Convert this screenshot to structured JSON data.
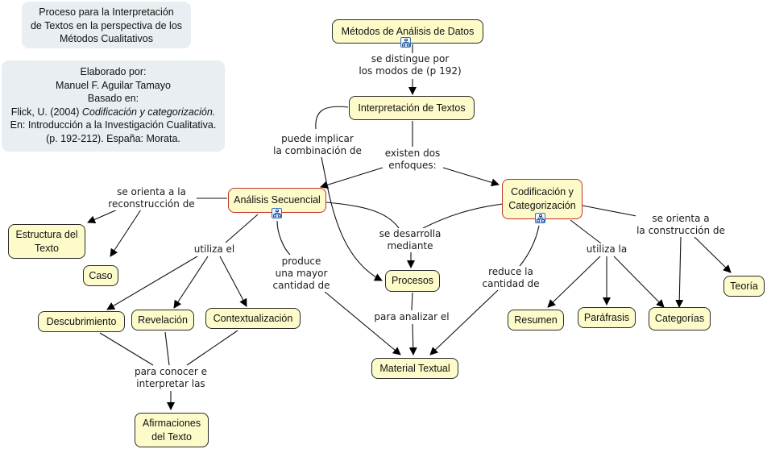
{
  "info": {
    "title_lines": [
      "Proceso para la Interpretación",
      "de Textos en la perspectiva de los",
      "Métodos Cualitativos"
    ],
    "credits": {
      "line1": "Elaborado por:",
      "line2": "Manuel F. Aguilar Tamayo",
      "line3": "Basado en:",
      "line4_plain": "Flick, U. (2004) ",
      "line4_italic": "Codificación y categorización.",
      "line5": "En: Introducción a la Investigación Cualitativa.",
      "line6": "(p. 192-212). España: Morata."
    }
  },
  "concepts": {
    "metodos": "Métodos de Análisis de Datos",
    "interpretacion": "Interpretación de Textos",
    "analisis": "Análisis Secuencial",
    "codificacion_1": "Codificación y",
    "codificacion_2": "Categorización",
    "estructura_1": "Estructura del",
    "estructura_2": "Texto",
    "caso": "Caso",
    "descubrimiento": "Descubrimiento",
    "revelacion": "Revelación",
    "contextualizacion": "Contextualización",
    "afirmaciones_1": "Afirmaciones",
    "afirmaciones_2": "del Texto",
    "procesos": "Procesos",
    "material": "Material Textual",
    "resumen": "Resumen",
    "parafrasis": "Paráfrasis",
    "categorias": "Categorías",
    "teoria": "Teoría"
  },
  "linking_phrases": {
    "se_distingue": [
      "se distingue por",
      "los modos de  (p 192)"
    ],
    "puede_implicar": [
      "puede implicar",
      "la combinación de"
    ],
    "existen_dos": [
      "existen dos",
      "enfoques:"
    ],
    "se_orienta_reconstruccion": [
      "se orienta a la",
      "reconstrucción de"
    ],
    "utiliza_el": [
      "utiliza el"
    ],
    "produce": [
      "produce",
      "una mayor",
      "cantidad de"
    ],
    "se_desarrolla": [
      "se desarrolla",
      "mediante"
    ],
    "para_analizar": [
      "para analizar el"
    ],
    "reduce": [
      "reduce la",
      "cantidad de"
    ],
    "utiliza_la": [
      "utiliza la"
    ],
    "se_orienta_construccion": [
      "se orienta a",
      "la construcción de"
    ],
    "para_conocer": [
      "para conocer e",
      "interpretar las"
    ]
  },
  "colors": {
    "concept_fill": "#fdfbc9",
    "concept_border": "#2b2b2b",
    "focus_border": "#c0312b",
    "info_fill": "#e8eef1",
    "badge_border": "#3a6fb5"
  },
  "icons": {
    "submap_badge": "hierarchy-icon"
  }
}
